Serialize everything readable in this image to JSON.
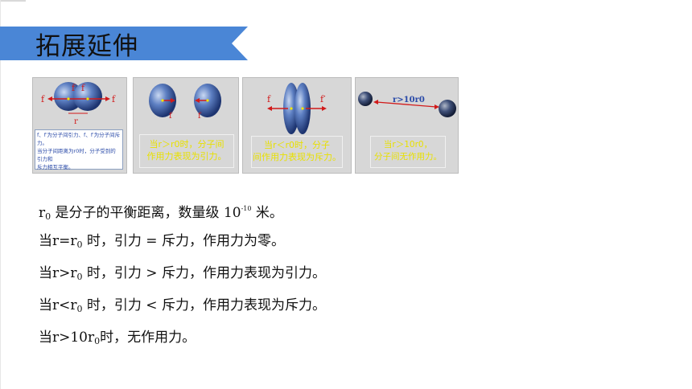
{
  "header": {
    "title": "拓展延伸",
    "bar_color": "#4a86d6"
  },
  "panels": [
    {
      "name": "equilibrium",
      "labels": {
        "f_left": "f",
        "f_mid1": "f",
        "f_mid2": "f",
        "f_right": "f",
        "r0": "r"
      },
      "caption_lines": [
        "f、f′为分子间引力、f、f′为分子间斥力。",
        "当分子间距离为r0时，分子受到的引力和",
        "斥力相互平衡。"
      ]
    },
    {
      "name": "attraction",
      "labels": {
        "f_left": "f",
        "f_right": "f"
      },
      "caption_lines": [
        "当r＞r0时，分子间",
        "作用力表现为引力。"
      ]
    },
    {
      "name": "repulsion",
      "labels": {
        "f_left": "f",
        "f_right": "f′"
      },
      "caption_lines": [
        "当r＜r0时，分子",
        "间作用力表现为斥力。"
      ]
    },
    {
      "name": "no-force",
      "labels": {
        "distance": "r>10r0"
      },
      "caption_lines": [
        "当r＞10r0，",
        "分子间无作用力。"
      ]
    }
  ],
  "text_lines": [
    {
      "pre": "r",
      "sub": "0",
      "mid": " 是分子的平衡距离，数量级 10",
      "sup": "-10",
      "post": " 米。"
    },
    {
      "pre": "当r=r",
      "sub": "0",
      "post": " 时，引力 = 斥力，作用力为零。"
    },
    {
      "pre": "当r>r",
      "sub": "0",
      "post": " 时，引力 > 斥力，作用力表现为引力。"
    },
    {
      "pre": "当r<r",
      "sub": "0",
      "post": " 时，引力 < 斥力，作用力表现为斥力。"
    },
    {
      "pre": "当r>10r",
      "sub": "0",
      "post": "时，无作用力。"
    }
  ],
  "colors": {
    "arrow": "#d11a1a",
    "sphere": "#3b5fa8",
    "caption_text": "#e8e000"
  }
}
